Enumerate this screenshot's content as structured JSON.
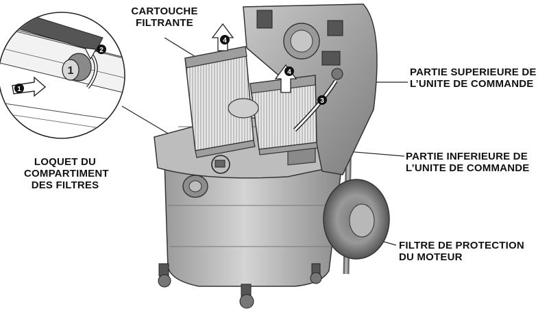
{
  "labels": {
    "cartridge": {
      "line1": "CARTOUCHE",
      "line2": "FILTRANTE"
    },
    "latch": {
      "line1": "LOQUET DU",
      "line2": "COMPARTIMENT",
      "line3": "DES FILTRES"
    },
    "upper_unit": {
      "line1": "PARTIE SUPERIEURE DE",
      "line2": "L’UNITE DE COMMANDE"
    },
    "lower_unit": {
      "line1": "PARTIE INFERIEURE DE",
      "line2": "L’UNITE DE COMMANDE"
    },
    "motor_filter": {
      "line1": "FILTRE DE PROTECTION",
      "line2": "DU MOTEUR"
    }
  },
  "step_markers": [
    "1",
    "2",
    "3",
    "4",
    "4"
  ],
  "detail_latch_number": "1"
}
